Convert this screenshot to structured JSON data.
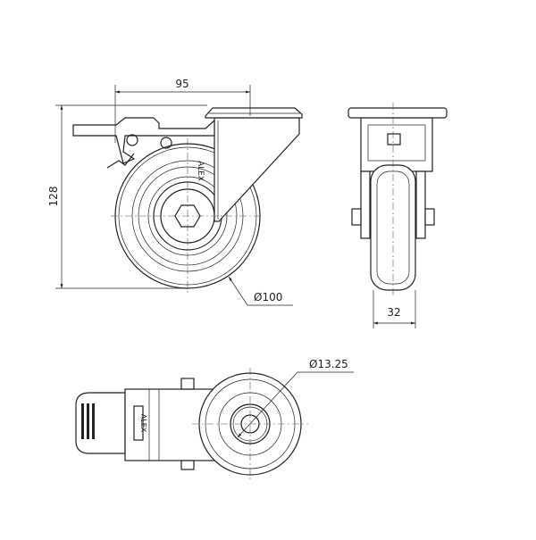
{
  "drawing": {
    "side_view": {
      "width_dim": "95",
      "height_dim": "128",
      "wheel_diameter": "Ø100",
      "logo": "ALEX"
    },
    "front_view": {
      "wheel_width_dim": "32"
    },
    "top_view": {
      "bore_diameter": "Ø13.25",
      "logo": "ALEX"
    }
  }
}
